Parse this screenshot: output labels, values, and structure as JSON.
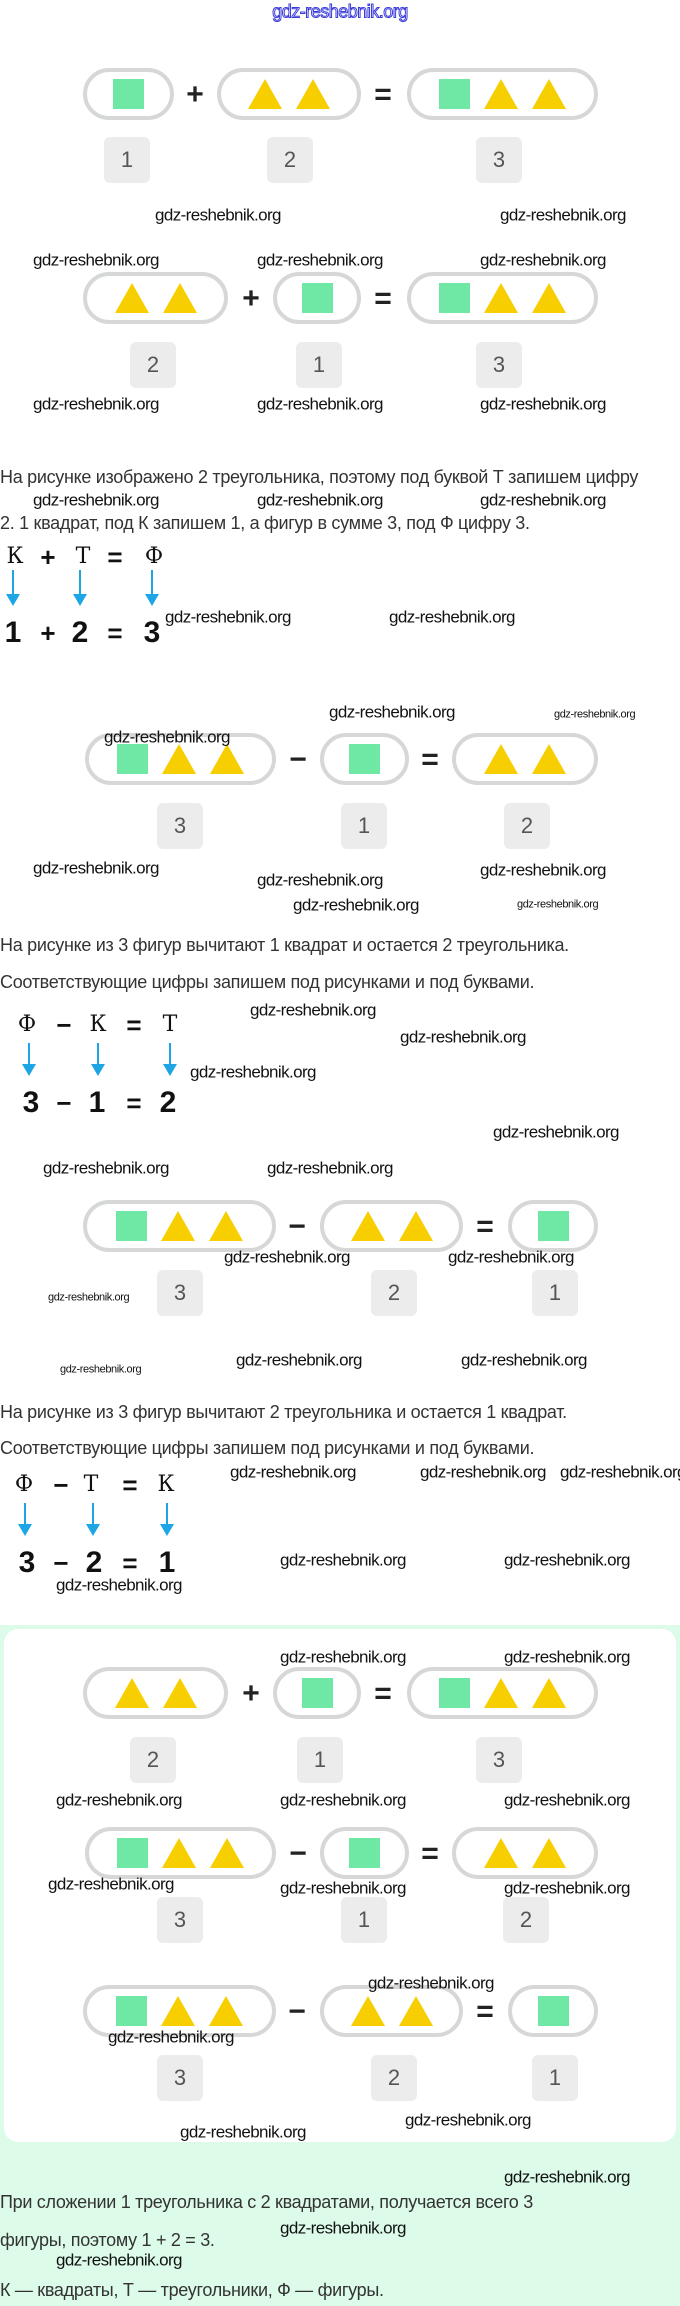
{
  "watermark": "gdz-reshebnik.org",
  "colors": {
    "square": "#6fe8a6",
    "triangle": "#f7cf00",
    "arrow": "#1ea5e6",
    "mint": "#dcfbe9"
  },
  "rows": [
    {
      "groups": [
        [
          "square"
        ],
        [
          "triangle",
          "triangle"
        ],
        [
          "square",
          "triangle",
          "triangle"
        ]
      ],
      "ops": [
        "+",
        "="
      ],
      "badges": [
        "1",
        "2",
        "3"
      ]
    },
    {
      "groups": [
        [
          "triangle",
          "triangle"
        ],
        [
          "square"
        ],
        [
          "square",
          "triangle",
          "triangle"
        ]
      ],
      "ops": [
        "+",
        "="
      ],
      "badges": [
        "2",
        "1",
        "3"
      ]
    },
    {
      "groups": [
        [
          "square",
          "triangle",
          "triangle"
        ],
        [
          "square"
        ],
        [
          "triangle",
          "triangle"
        ]
      ],
      "ops": [
        "−",
        "="
      ],
      "badges": [
        "3",
        "1",
        "2"
      ]
    },
    {
      "groups": [
        [
          "square",
          "triangle",
          "triangle"
        ],
        [
          "triangle",
          "triangle"
        ],
        [
          "square"
        ]
      ],
      "ops": [
        "−",
        "="
      ],
      "badges": [
        "3",
        "2",
        "1"
      ]
    },
    {
      "groups": [
        [
          "triangle",
          "triangle"
        ],
        [
          "square"
        ],
        [
          "square",
          "triangle",
          "triangle"
        ]
      ],
      "ops": [
        "+",
        "="
      ],
      "badges": [
        "2",
        "1",
        "3"
      ]
    },
    {
      "groups": [
        [
          "square",
          "triangle",
          "triangle"
        ],
        [
          "square"
        ],
        [
          "triangle",
          "triangle"
        ]
      ],
      "ops": [
        "−",
        "="
      ],
      "badges": [
        "3",
        "1",
        "2"
      ]
    },
    {
      "groups": [
        [
          "square",
          "triangle",
          "triangle"
        ],
        [
          "triangle",
          "triangle"
        ],
        [
          "square"
        ]
      ],
      "ops": [
        "−",
        "="
      ],
      "badges": [
        "3",
        "2",
        "1"
      ]
    }
  ],
  "paragraphs": [
    "На рисунке изображено 2 треугольника, поэтому под буквой Т запишем цифру",
    "2. 1 квадрат, под К запишем 1, а фигур в сумме 3, под Ф цифру 3.",
    "На рисунке из 3 фигур вычитают 1 квадрат и остается 2 треугольника.",
    "Соответствующие цифры запишем под рисунками и под буквами.",
    "На рисунке из 3 фигур вычитают 2 треугольника и остается 1 квадрат.",
    "Соответствующие цифры запишем под рисунками и под буквами.",
    "При сложении 1 треугольника с 2 квадратами, получается всего 3",
    "фигуры, поэтому 1 + 2 = 3.",
    "К — квадраты, Т — треугольники, Ф — фигуры."
  ],
  "equations": [
    {
      "letters": [
        "К",
        "+",
        "Т",
        "=",
        "Ф"
      ],
      "numbers": [
        "1",
        "+",
        "2",
        "=",
        "3"
      ]
    },
    {
      "letters": [
        "Ф",
        "−",
        "К",
        "=",
        "Т"
      ],
      "numbers": [
        "3",
        "−",
        "1",
        "=",
        "2"
      ]
    },
    {
      "letters": [
        "Ф",
        "−",
        "Т",
        "=",
        "К"
      ],
      "numbers": [
        "3",
        "−",
        "2",
        "=",
        "1"
      ]
    }
  ]
}
